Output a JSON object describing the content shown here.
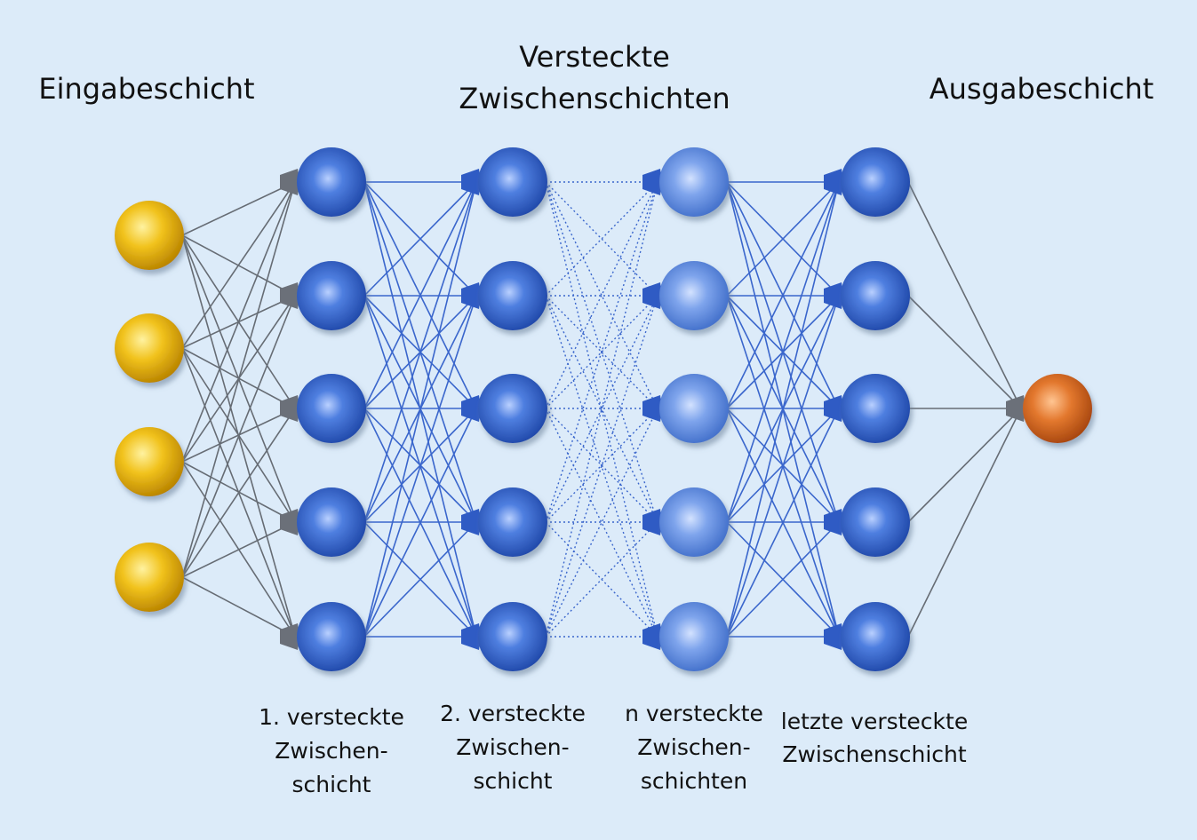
{
  "headings": {
    "input": "Eingabeschicht",
    "hidden_line1": "Versteckte",
    "hidden_line2": "Zwischenschichten",
    "output": "Ausgabeschicht"
  },
  "layer_labels": {
    "first": [
      "1. versteckte",
      "Zwischen-",
      "schicht"
    ],
    "second": [
      "2. versteckte",
      "Zwischen-",
      "schicht"
    ],
    "nth": [
      "n versteckte",
      "Zwischen-",
      "schichten"
    ],
    "last": [
      "letzte versteckte",
      "Zwischenschicht"
    ]
  },
  "colors": {
    "background": "#dcebf9",
    "input_node": "#e8b00f",
    "hidden_node": "#2f5fc9",
    "hidden_node_light": "#5f8fe0",
    "output_node": "#d86a25",
    "edge_gray": "#666c74",
    "edge_blue": "#3a66cc"
  },
  "network": {
    "layers": [
      {
        "nodes": 4,
        "type": "input"
      },
      {
        "nodes": 5,
        "type": "hidden"
      },
      {
        "nodes": 5,
        "type": "hidden"
      },
      {
        "nodes": 5,
        "type": "hidden_light"
      },
      {
        "nodes": 5,
        "type": "hidden"
      },
      {
        "nodes": 1,
        "type": "output"
      }
    ]
  }
}
